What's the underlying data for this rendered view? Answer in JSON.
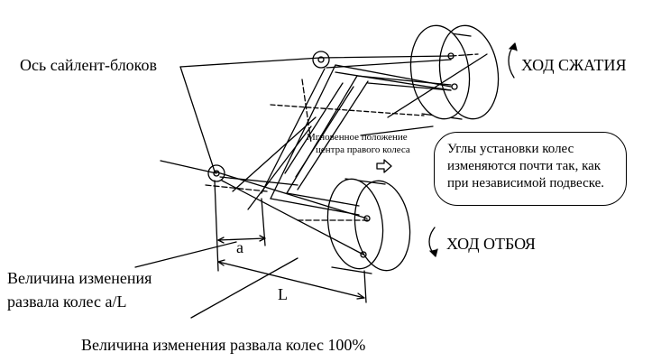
{
  "labels": {
    "axis": "Ось сайлент-блоков",
    "compression": "ХОД СЖАТИЯ",
    "rebound": "ХОД ОТБОЯ",
    "center_line1": "Мгновенное положение",
    "center_line2": "центра правого колеса",
    "dim_a": "a",
    "dim_L": "L",
    "change_a_line1": "Величина изменения",
    "change_a_line2": "развала колес a/L",
    "change_full": "Величина изменения развала колес 100%"
  },
  "callout": {
    "line1": "Углы установки колес",
    "line2": "изменяются почти так, как",
    "line3": "при независимой подвеске."
  }
}
